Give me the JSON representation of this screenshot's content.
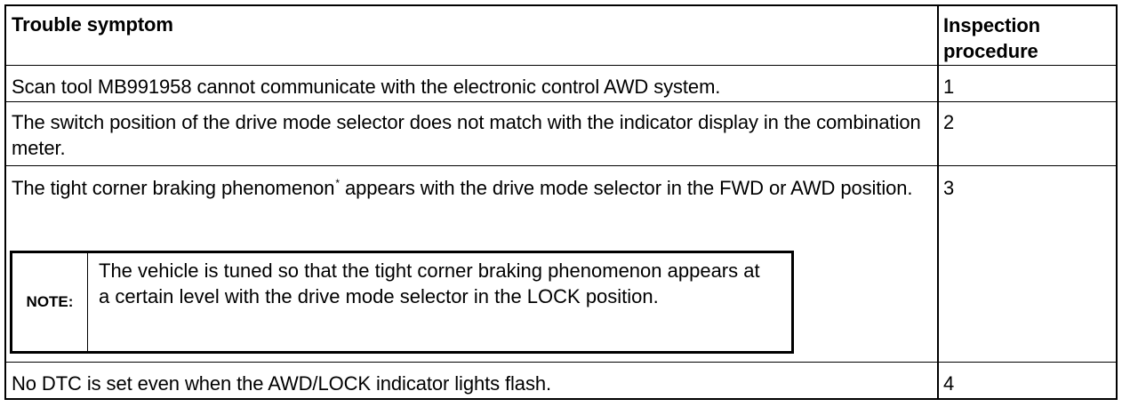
{
  "table": {
    "header": {
      "symptom": "Trouble symptom",
      "procedure": "Inspection procedure"
    },
    "rows": [
      {
        "symptom": "Scan tool MB991958 cannot communicate with the electronic control AWD system.",
        "procedure": "1"
      },
      {
        "symptom": "The switch position of the drive mode selector does not match with the indicator display in the combination meter.",
        "procedure": "2"
      },
      {
        "symptom_before": "The tight corner braking phenomenon",
        "symptom_mark": "*",
        "symptom_after": " appears with the drive mode selector in the FWD or AWD position.",
        "procedure": "3",
        "note": {
          "label": "NOTE:",
          "text": "The vehicle is tuned so that the tight corner braking phenomenon appears at a certain level with the drive mode selector in the LOCK position."
        }
      },
      {
        "symptom": "No DTC is set even when the AWD/LOCK indicator lights flash.",
        "procedure": "4"
      }
    ]
  }
}
